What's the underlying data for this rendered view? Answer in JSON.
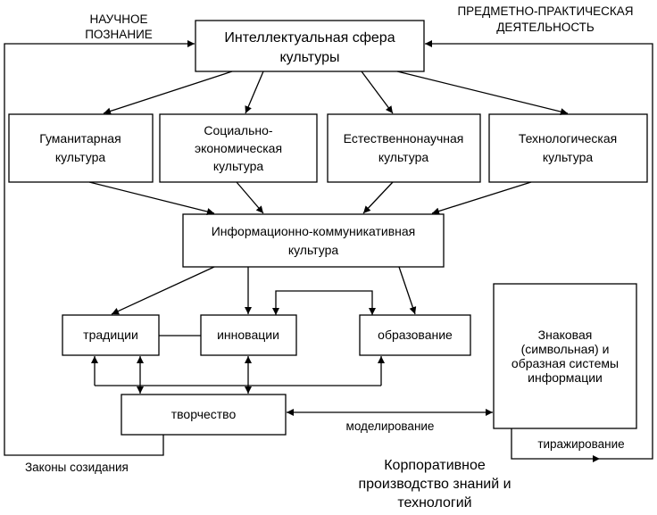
{
  "nodes": {
    "top": [
      "Интеллектуальная сфера",
      "культуры"
    ],
    "humanitarian": [
      "Гуманитарная",
      "культура"
    ],
    "socio_economic": [
      "Социально-",
      "экономическая",
      "культура"
    ],
    "natural_science": [
      "Естественнонаучная",
      "культура"
    ],
    "technological": [
      "Технологическая",
      "культура"
    ],
    "info_comm": [
      "Информационно-коммуникативная",
      "культура"
    ],
    "traditions": "традиции",
    "innovations": "инновации",
    "education": "образование",
    "sign_systems": [
      "Знаковая",
      "(символьная) и",
      "образная системы",
      "информации"
    ],
    "creativity": "творчество"
  },
  "labels": {
    "scientific_knowledge": [
      "НАУЧНОЕ",
      "ПОЗНАНИЕ"
    ],
    "practical_activity": [
      "ПРЕДМЕТНО-ПРАКТИЧЕСКАЯ",
      "ДЕЯТЕЛЬНОСТЬ"
    ],
    "modeling": "моделирование",
    "replication": "тиражирование",
    "laws_of_creation": "Законы созидания",
    "corporate": [
      "Корпоративное",
      "производство знаний и",
      "технологий"
    ]
  }
}
